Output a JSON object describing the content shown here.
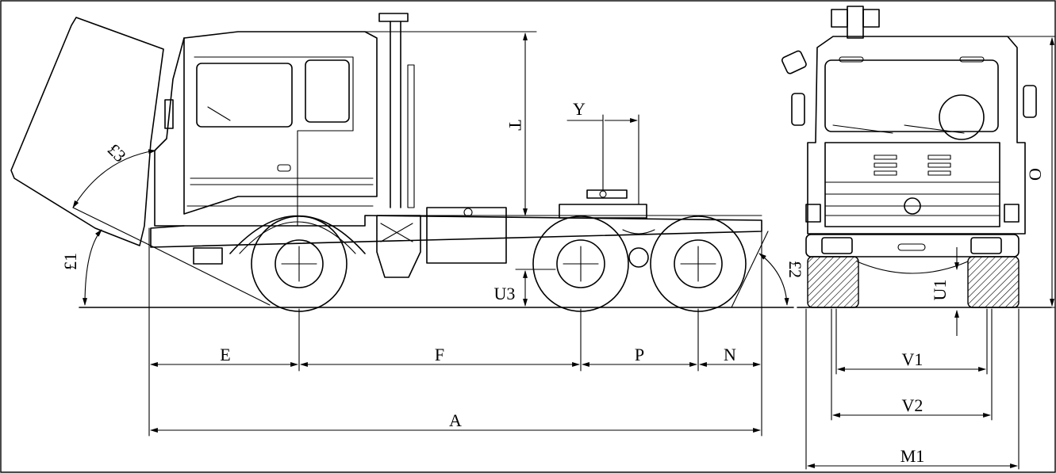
{
  "labels": {
    "E": "E",
    "F": "F",
    "P": "P",
    "N": "N",
    "A": "A",
    "T": "T",
    "Y": "Y",
    "U3": "U3",
    "U1": "U1",
    "O": "O",
    "V1": "V1",
    "V2": "V2",
    "M1": "M1",
    "angle1": "£1",
    "angle2": "£2",
    "angle3": "£3"
  }
}
